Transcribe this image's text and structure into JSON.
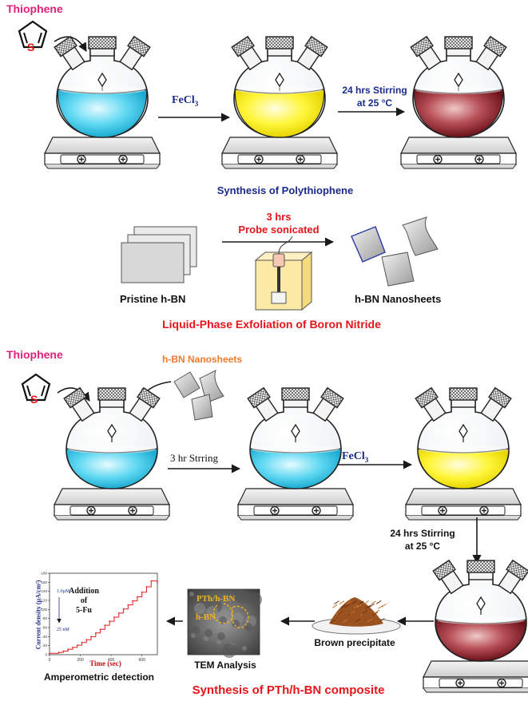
{
  "colors": {
    "thiophene_label": "#e0217b",
    "navy": "#1a2a8c",
    "red_title": "#e8141a",
    "orange_label": "#f07a2a",
    "cyan": "#22c3e8",
    "yellow": "#fff126",
    "maroon": "#7a1420",
    "brown": "#9a5220",
    "arrow": "#1a1a1a"
  },
  "section1": {
    "reagent_label": "Thiophene",
    "molecule_atom": "S",
    "step1_reagent": "FeCl",
    "step1_reagent_sub": "3",
    "step2_line1": "24 hrs Stirring",
    "step2_line2": "at 25 °C",
    "title": "Synthesis of Polythiophene"
  },
  "section2": {
    "step_line1": "3 hrs",
    "step_line2": "Probe sonicated",
    "start_label": "Pristine h-BN",
    "end_label": "h-BN Nanosheets",
    "title": "Liquid-Phase Exfoliation of Boron Nitride"
  },
  "section3": {
    "reagent_label": "Thiophene",
    "molecule_atom": "S",
    "additive_label": "h-BN Nanosheets",
    "step1_label": "3 hr Strring",
    "step2_reagent": "FeCl",
    "step2_reagent_sub": "3",
    "step3_line1": "24 hrs Stirring",
    "step3_line2": "at 25 °C",
    "precipitate_label": "Brown precipitate",
    "tem_label": "TEM Analysis",
    "tem_tag1": "PTh/h-BN",
    "tem_tag2": "h-BN",
    "amp_label": "Amperometric detection",
    "title": "Synthesis of PTh/h-BN composite"
  },
  "chart_data": {
    "type": "line",
    "xlabel": "Time (sec)",
    "ylabel": "Current density (µA/cm²)",
    "annotation": "Addition of 5-Fu",
    "annotation_line1": "Addition",
    "annotation_line2": "of",
    "annotation_line3": "5-Fu",
    "scalebar_label": "1.0µM",
    "scalebar_label2": "25 nM",
    "xlim": [
      0,
      700
    ],
    "ylim": [
      0,
      -180
    ],
    "xticks": [
      0,
      200,
      400,
      600
    ],
    "yticks": [
      0,
      -20,
      -40,
      -60,
      -80,
      -100,
      -120,
      -140,
      -160,
      -180
    ],
    "series": [
      {
        "x": [
          0,
          60,
          90,
          120,
          150,
          180,
          210,
          240,
          270,
          300,
          330,
          360,
          390,
          420,
          450,
          480,
          510,
          540,
          570,
          600,
          630,
          660,
          700
        ],
        "values": [
          -3,
          -5,
          -8,
          -12,
          -16,
          -21,
          -27,
          -33,
          -40,
          -48,
          -56,
          -65,
          -74,
          -83,
          -92,
          -101,
          -110,
          -119,
          -128,
          -138,
          -150,
          -163,
          -160
        ]
      }
    ]
  }
}
